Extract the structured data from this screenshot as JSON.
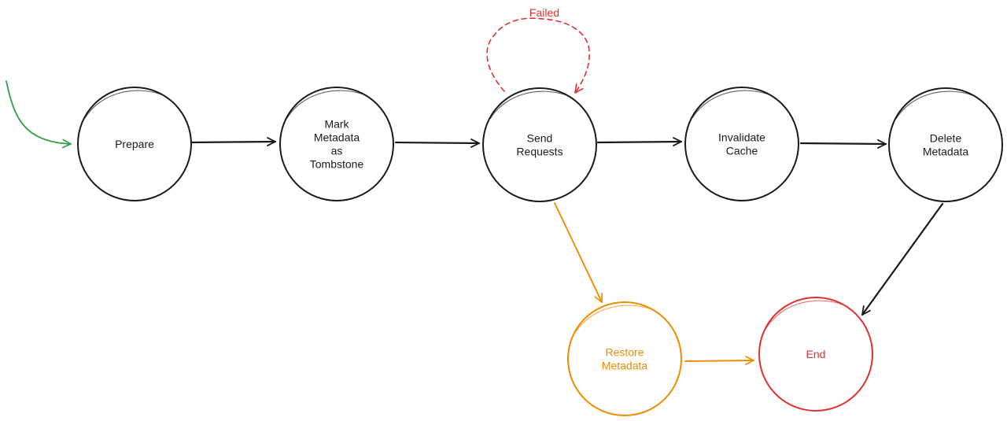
{
  "colors": {
    "ink": "#1a1a1a",
    "start_arrow": "#2f9e44",
    "failed": "#e03131",
    "restore": "#f08c00",
    "end": "#e03131"
  },
  "nodes": {
    "prepare": {
      "lines": [
        "Prepare"
      ]
    },
    "mark_tombstone": {
      "lines": [
        "Mark",
        "Metadata",
        "as",
        "Tombstone"
      ]
    },
    "send_requests": {
      "lines": [
        "Send",
        "Requests"
      ]
    },
    "invalidate_cache": {
      "lines": [
        "Invalidate",
        "Cache"
      ]
    },
    "delete_metadata": {
      "lines": [
        "Delete",
        "Metadata"
      ]
    },
    "restore_metadata": {
      "lines": [
        "Restore",
        "Metadata"
      ]
    },
    "end": {
      "lines": [
        "End"
      ]
    }
  },
  "edges": {
    "failed_label": "Failed"
  }
}
